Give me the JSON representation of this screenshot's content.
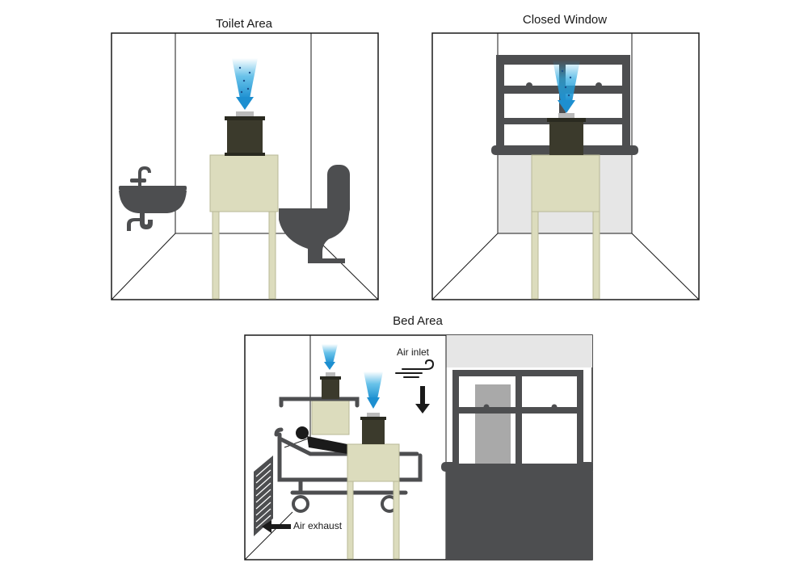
{
  "panels": {
    "toilet": {
      "title": "Toilet Area"
    },
    "window": {
      "title": "Closed Window"
    },
    "bed": {
      "title": "Bed Area",
      "inlet_label": "Air inlet",
      "exhaust_label": "Air exhaust"
    }
  },
  "colors": {
    "outline": "#1a1a1a",
    "fixture": "#4d4e50",
    "stand": "#dcdcbd",
    "stand_outline": "#b8b896",
    "device": "#3b3a2c",
    "wall_panel": "#e6e6e6",
    "door_glass": "#a9a9a9",
    "spray": "#29a8e0"
  },
  "icons": [
    "sink-icon",
    "toilet-icon",
    "spray-icon",
    "air-inlet-icon",
    "air-exhaust-arrow-icon",
    "hospital-bed-icon",
    "patient-icon",
    "vent-grille-icon"
  ]
}
